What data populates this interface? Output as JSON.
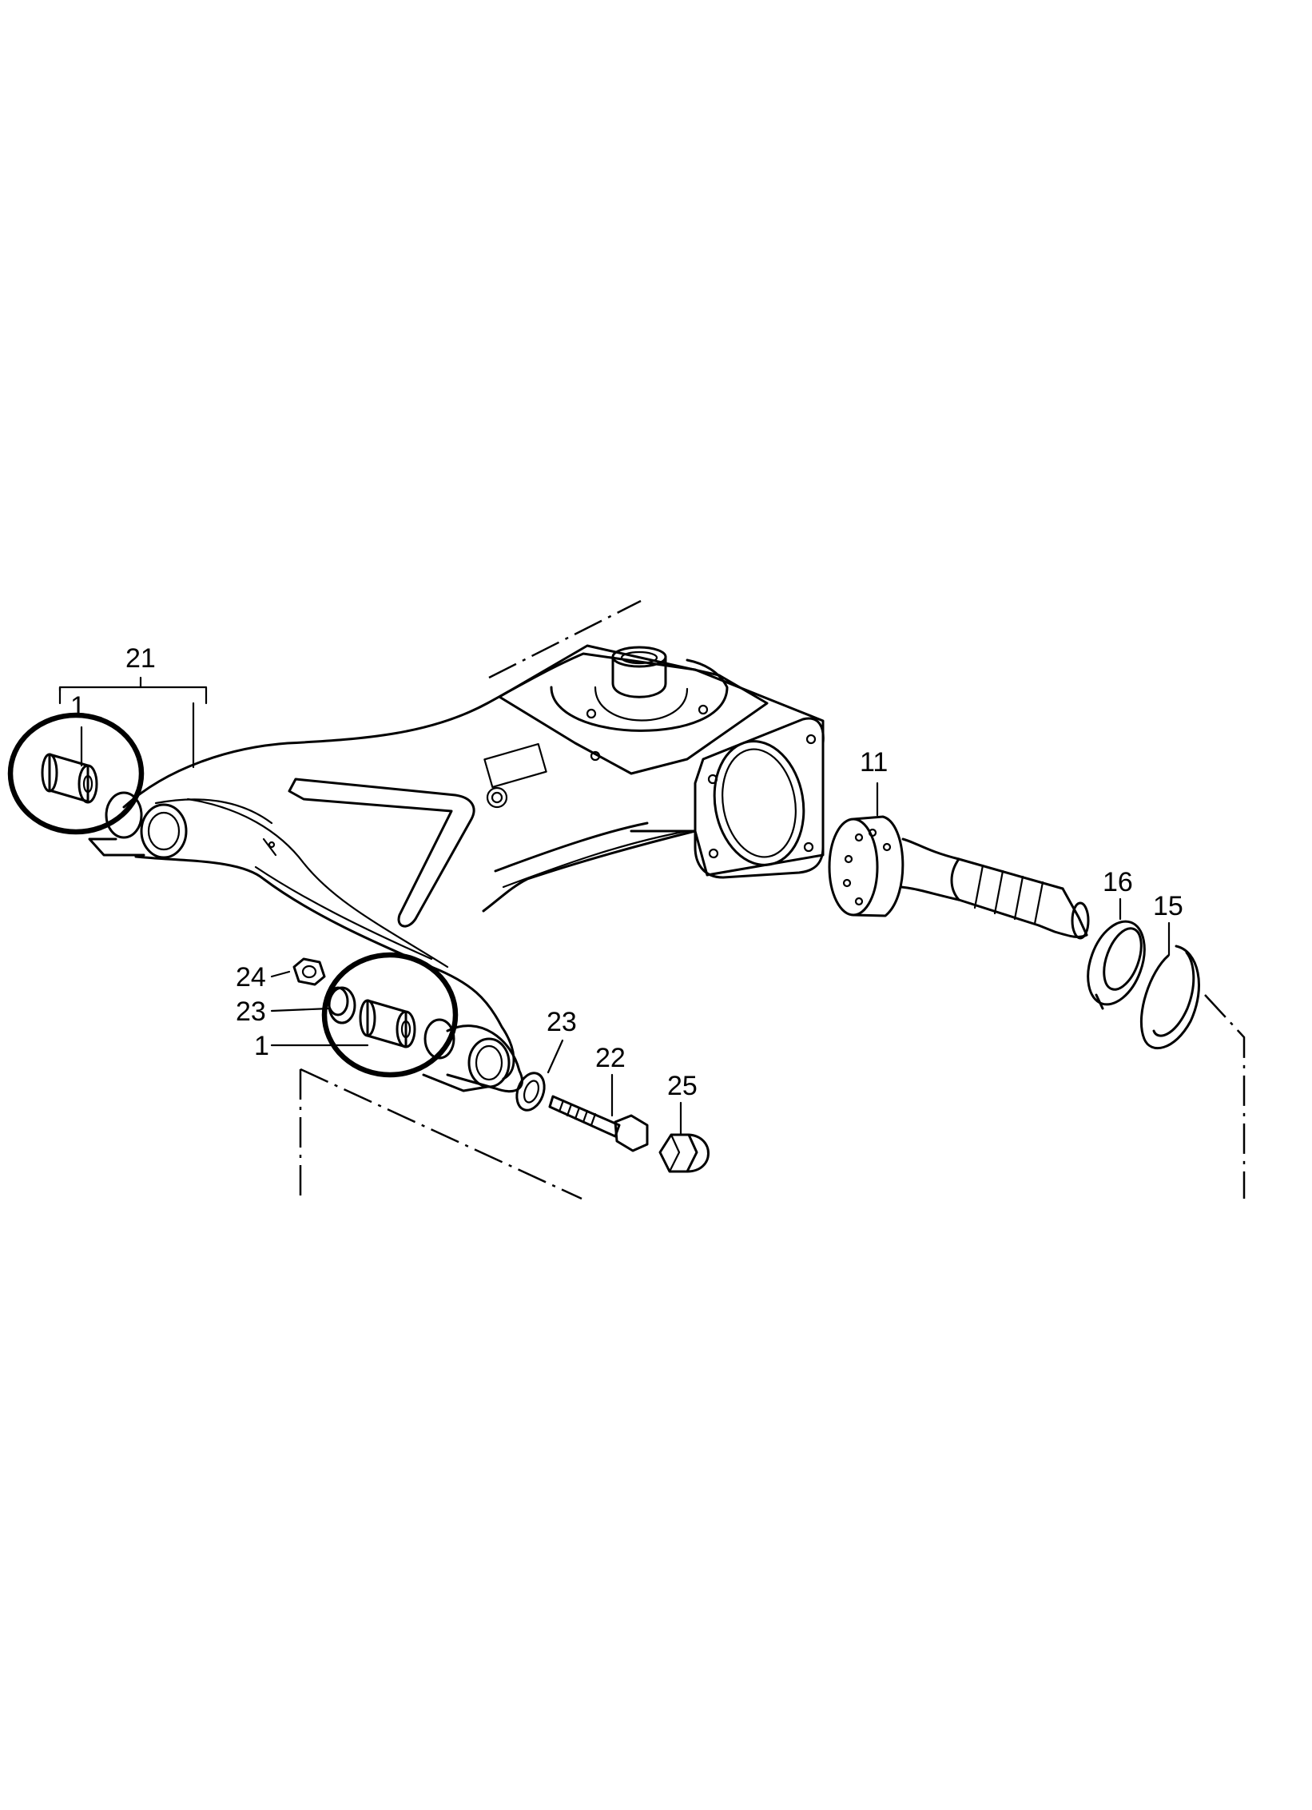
{
  "diagram": {
    "callouts": {
      "c21": "21",
      "c1_top": "1",
      "c11": "11",
      "c16": "16",
      "c15": "15",
      "c24": "24",
      "c23_left": "23",
      "c1_bottom": "1",
      "c23_right": "23",
      "c22": "22",
      "c25": "25"
    }
  }
}
